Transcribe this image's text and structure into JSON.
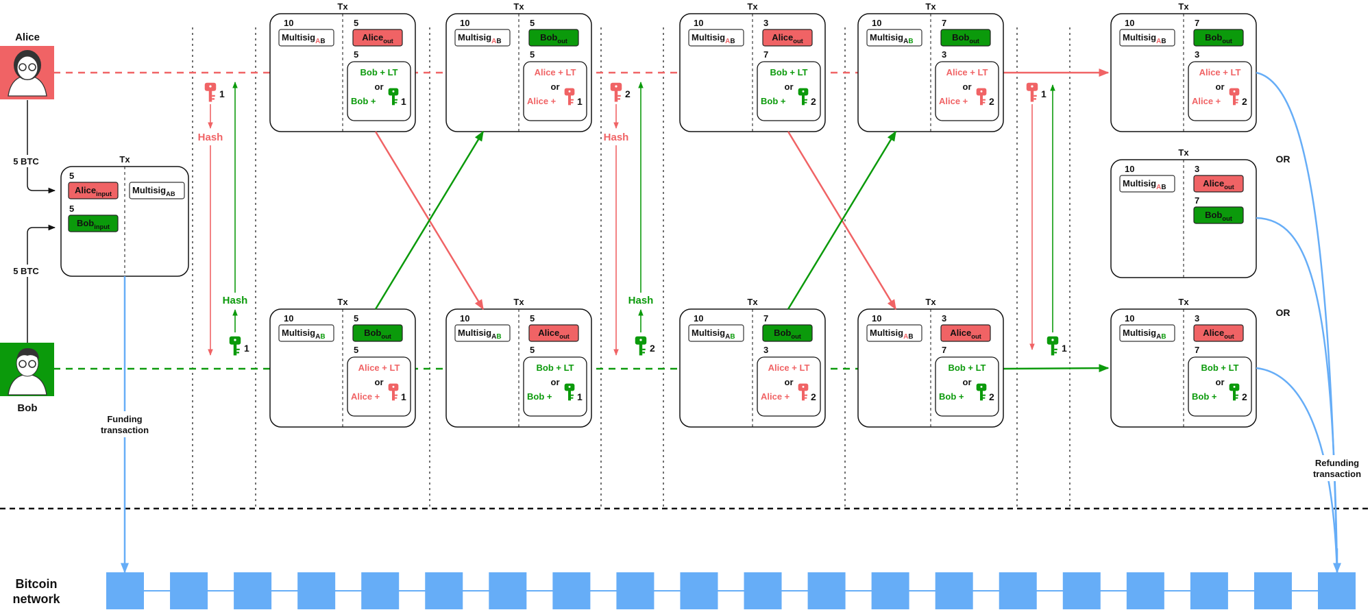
{
  "colors": {
    "alice": "#f06365",
    "bob": "#0b9a0b",
    "chain": "#66adf7",
    "black": "#111111"
  },
  "labels": {
    "alice": "Alice",
    "bob": "Bob",
    "btc_alice": "5 BTC",
    "btc_bob": "5 BTC",
    "funding": [
      "Funding",
      "transaction"
    ],
    "refunding": [
      "Refunding",
      "transaction"
    ],
    "network": [
      "Bitcoin",
      "network"
    ],
    "hash": "Hash",
    "or": "OR",
    "or_small": "or",
    "tx": "Tx",
    "sub_ab": "AB",
    "sub_out": "out",
    "sub_input": "input",
    "plus": "+",
    "multisig": "Multisig",
    "bob_lt": "Bob + LT",
    "alice_lt": "Alice + LT",
    "alice_plus": "Alice +",
    "bob_plus": "Bob +",
    "alice_out": "Alice",
    "bob_out": "Bob",
    "alice_input": "Alice",
    "bob_input": "Bob"
  },
  "funding_tx": {
    "title": "Tx",
    "alice_amount": "5",
    "bob_amount": "5",
    "alice_in": "Alice",
    "bob_in": "Bob",
    "multisig": "Multisig"
  },
  "txs": [
    {
      "id": "tx-a1",
      "multi_amt": "10",
      "owner_color": "alice",
      "top_amt": "5",
      "top": "alice",
      "bot_amt": "5",
      "cond_top": "bob",
      "key": "bob",
      "key_num": "1"
    },
    {
      "id": "tx-b1",
      "multi_amt": "10",
      "owner_color": "bob",
      "top_amt": "5",
      "top": "bob",
      "bot_amt": "5",
      "cond_top": "alice",
      "key": "alice",
      "key_num": "1"
    },
    {
      "id": "tx-a2",
      "multi_amt": "10",
      "owner_color": "alice",
      "top_amt": "5",
      "top": "bob",
      "bot_amt": "5",
      "cond_top": "alice",
      "key": "alice",
      "key_num": "1"
    },
    {
      "id": "tx-b2",
      "multi_amt": "10",
      "owner_color": "bob",
      "top_amt": "5",
      "top": "alice",
      "bot_amt": "5",
      "cond_top": "bob",
      "key": "bob",
      "key_num": "1"
    },
    {
      "id": "tx-a3",
      "multi_amt": "10",
      "owner_color": "alice",
      "top_amt": "3",
      "top": "alice",
      "bot_amt": "7",
      "cond_top": "bob",
      "key": "bob",
      "key_num": "2"
    },
    {
      "id": "tx-b3",
      "multi_amt": "10",
      "owner_color": "bob",
      "top_amt": "7",
      "top": "bob",
      "bot_amt": "3",
      "cond_top": "alice",
      "key": "alice",
      "key_num": "2"
    },
    {
      "id": "tx-a4",
      "multi_amt": "10",
      "owner_color": "bob",
      "top_amt": "7",
      "top": "bob",
      "bot_amt": "3",
      "cond_top": "alice",
      "key": "alice",
      "key_num": "2"
    },
    {
      "id": "tx-b4",
      "multi_amt": "10",
      "owner_color": "alice",
      "top_amt": "3",
      "top": "alice",
      "bot_amt": "7",
      "cond_top": "bob",
      "key": "bob",
      "key_num": "2"
    },
    {
      "id": "tx-a5",
      "multi_amt": "10",
      "owner_color": "alice",
      "top_amt": "7",
      "top": "bob",
      "bot_amt": "3",
      "cond_top": "alice",
      "key": "alice",
      "key_num": "2"
    },
    {
      "id": "tx-b5",
      "multi_amt": "10",
      "owner_color": "bob",
      "top_amt": "3",
      "top": "alice",
      "bot_amt": "7",
      "cond_top": "bob",
      "key": "bob",
      "key_num": "2"
    }
  ],
  "final_mid": {
    "multi_amt": "10",
    "alice_amt": "3",
    "bob_amt": "7"
  },
  "key_steps": [
    {
      "alice_num": "1",
      "bob_num": "1"
    },
    {
      "alice_num": "2",
      "bob_num": "2"
    },
    {
      "alice_num": "1",
      "bob_num": "1"
    }
  ],
  "blocks_count": 20
}
